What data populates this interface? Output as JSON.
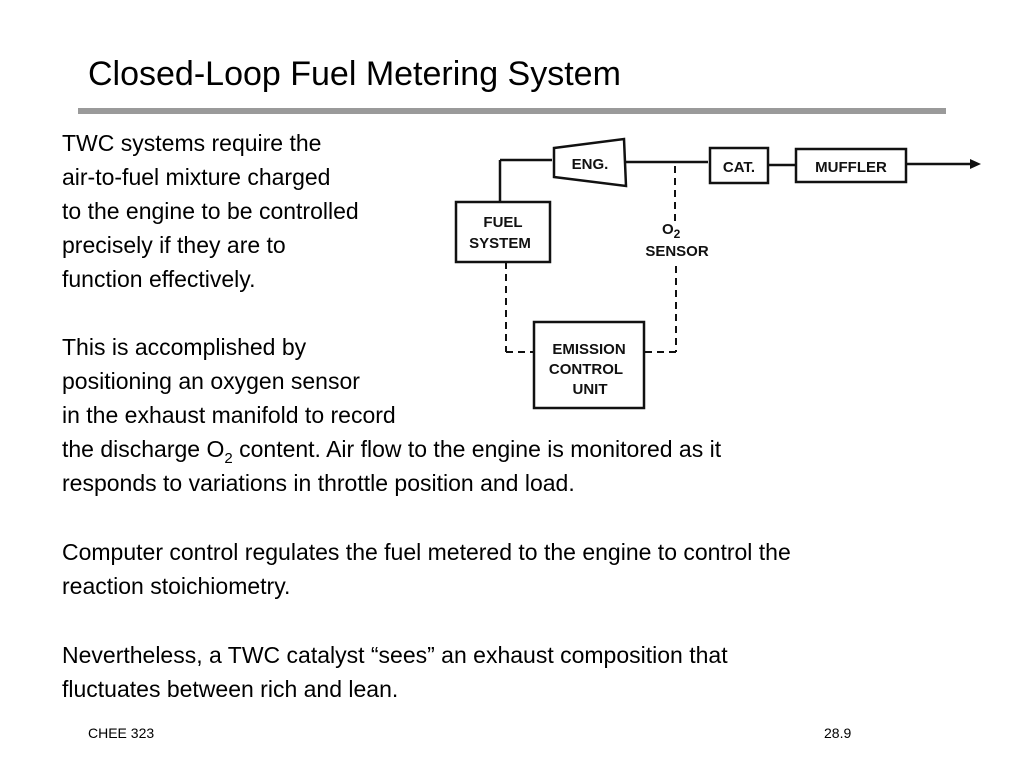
{
  "slide": {
    "title": "Closed-Loop Fuel Metering System",
    "paragraph1_lines": [
      "TWC systems require the",
      "air-to-fuel mixture charged",
      "to the engine to be controlled",
      "precisely if they are to",
      "function effectively."
    ],
    "paragraph2_lines": [
      "This is accomplished by",
      "positioning an oxygen sensor",
      "in the exhaust manifold to record"
    ],
    "paragraph2_cont": {
      "pre": "the discharge O",
      "sub": "2",
      "post": " content.  Air flow to the engine is monitored as it",
      "line2": "responds to variations in throttle position and load."
    },
    "paragraph3_lines": [
      "Computer control regulates the fuel metered to the engine to control the",
      "reaction stoichiometry."
    ],
    "paragraph4_lines": [
      "Nevertheless, a TWC catalyst “sees” an exhaust composition that",
      "fluctuates between rich and lean."
    ],
    "footer_left": "CHEE 323",
    "footer_right": "28.9"
  },
  "diagram": {
    "eng": "ENG.",
    "cat": "CAT.",
    "muffler": "MUFFLER",
    "fuel_1": "FUEL",
    "fuel_2": "SYSTEM",
    "o2_main": "O",
    "o2_sub": "2",
    "sensor": "SENSOR",
    "ecu_1": "EMISSION",
    "ecu_2": "CONTROL",
    "ecu_3": "UNIT"
  }
}
